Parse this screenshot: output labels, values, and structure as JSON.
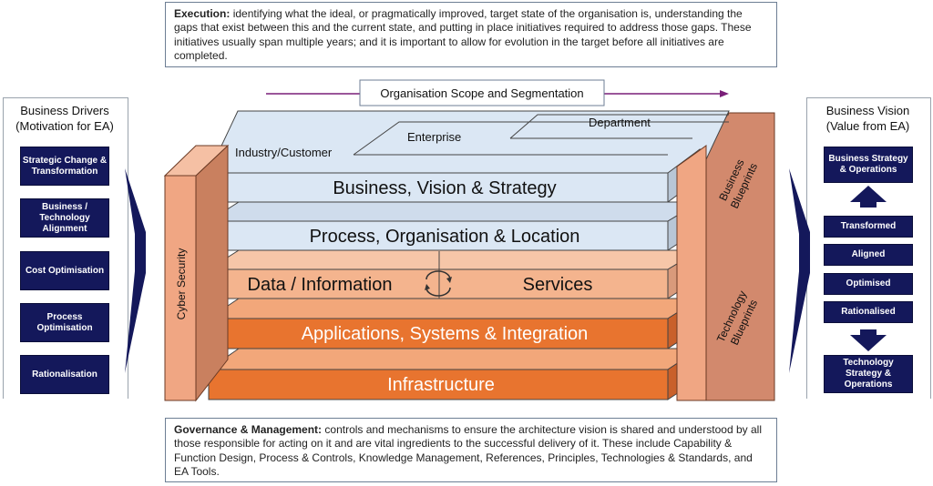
{
  "execution": {
    "heading": "Execution:",
    "text": "identifying what the ideal, or pragmatically improved, target state of the organisation is, understanding the gaps that exist between this and the current state, and putting in place initiatives required to address those gaps. These initiatives usually span multiple years; and it is important to allow for evolution in the target before all initiatives are completed."
  },
  "governance": {
    "heading": "Governance & Management:",
    "text": "controls and mechanisms to ensure the architecture vision is shared and understood by all those responsible for acting on it and are vital ingredients to the successful delivery of it. These include Capability & Function Design, Process & Controls, Knowledge Management, References, Principles, Technologies & Standards, and EA Tools."
  },
  "drivers": {
    "title_line1": "Business Drivers",
    "title_line2": "(Motivation for EA)",
    "items": [
      "Strategic Change & Transformation",
      "Business / Technology Alignment",
      "Cost Optimisation",
      "Process Optimisation",
      "Rationalisation"
    ]
  },
  "vision": {
    "title_line1": "Business Vision",
    "title_line2": "(Value from EA)",
    "top": "Business Strategy & Operations",
    "items": [
      "Transformed",
      "Aligned",
      "Optimised",
      "Rationalised"
    ],
    "bottom": "Technology Strategy & Operations"
  },
  "scope": {
    "label": "Organisation Scope and Segmentation",
    "industry": "Industry/Customer",
    "enterprise": "Enterprise",
    "department": "Department"
  },
  "pillars": {
    "left": "Cyber Security",
    "right_top_line1": "Business",
    "right_top_line2": "Blueprints",
    "right_bottom_line1": "Technology",
    "right_bottom_line2": "Blueprints"
  },
  "layers": {
    "business": "Business, Vision & Strategy",
    "process": "Process, Organisation & Location",
    "data": "Data / Information",
    "services": "Services",
    "applications": "Applications, Systems & Integration",
    "infrastructure": "Infrastructure"
  },
  "colors": {
    "navy": "#14185b",
    "blue_layer": "#dbe7f4",
    "light_orange": "#f4b48e",
    "orange": "#e8742f",
    "pillar": "#f0a683",
    "arrow_purple": "#7a1f78"
  }
}
